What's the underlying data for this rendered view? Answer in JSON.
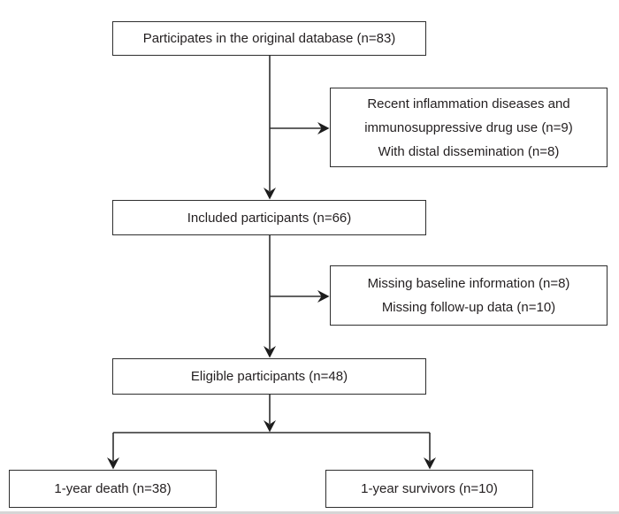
{
  "figure": {
    "background_color": "#ffffff",
    "line_color": "#2e2e2e",
    "text_color": "#231f20",
    "bottom_edge_color": "#d6d6d6",
    "nodes": {
      "source": {
        "label": "Participates in the original database (n=83)"
      },
      "exclusion_1": {
        "lines": [
          "Recent inflammation diseases and",
          "immunosuppressive drug use (n=9)",
          "With distal dissemination (n=8)"
        ]
      },
      "included": {
        "label": "Included participants (n=66)"
      },
      "exclusion_2": {
        "lines": [
          "Missing baseline information (n=8)",
          "Missing follow-up data (n=10)"
        ]
      },
      "eligible": {
        "label": "Eligible participants (n=48)"
      },
      "death": {
        "label": "1-year death (n=38)"
      },
      "survivors": {
        "label": "1-year survivors (n=10)"
      }
    }
  }
}
